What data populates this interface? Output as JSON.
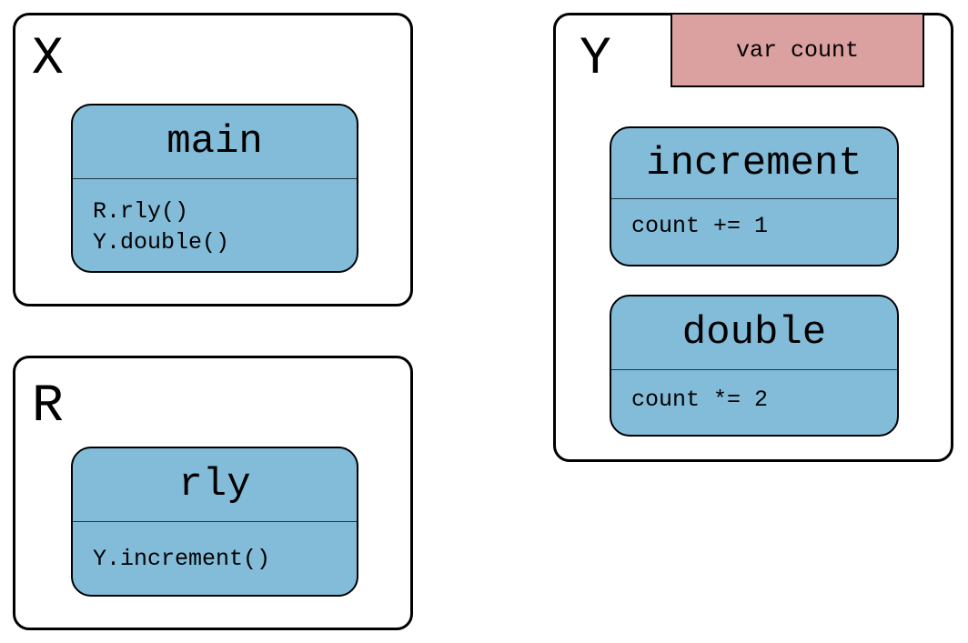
{
  "colors": {
    "module_border": "#000000",
    "module_fill": "#ffffff",
    "function_fill": "#82bcd9",
    "variable_fill": "#dba0a0"
  },
  "modules": {
    "x": {
      "label": "X",
      "functions": {
        "main": {
          "name": "main",
          "lines": [
            "R.rly()",
            "Y.double()"
          ]
        }
      }
    },
    "r": {
      "label": "R",
      "functions": {
        "rly": {
          "name": "rly",
          "lines": [
            "Y.increment()"
          ]
        }
      }
    },
    "y": {
      "label": "Y",
      "variable": "var count",
      "functions": {
        "increment": {
          "name": "increment",
          "lines": [
            "count += 1"
          ]
        },
        "double": {
          "name": "double",
          "lines": [
            "count *= 2"
          ]
        }
      }
    }
  }
}
